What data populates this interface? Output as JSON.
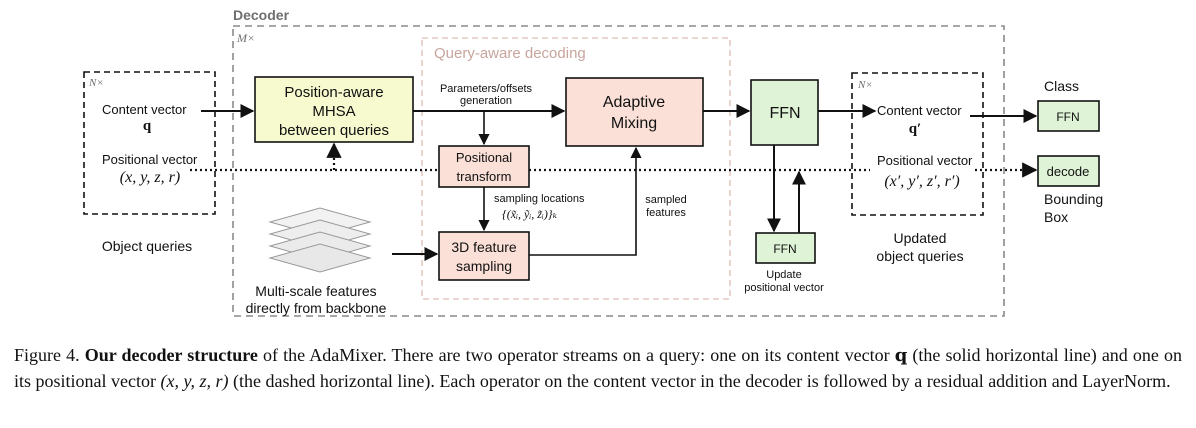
{
  "diagram": {
    "decoder_label": "Decoder",
    "decoder_repeat": "M×",
    "object_queries_repeat": "N×",
    "updated_queries_repeat": "N×",
    "query_aware_label": "Query-aware decoding",
    "content_vector_label": "Content vector",
    "content_vector_symbol": "q",
    "positional_vector_label": "Positional vector",
    "positional_vector_symbol": "(x, y, z, r)",
    "object_queries_label": "Object queries",
    "mhsa_lines": [
      "Position-aware",
      "MHSA",
      "between queries"
    ],
    "params_lines": [
      "Parameters/offsets",
      "generation"
    ],
    "adaptive_lines": [
      "Adaptive",
      "Mixing"
    ],
    "positional_transform_lines": [
      "Positional",
      "transform"
    ],
    "sampling_locations_label": "sampling locations",
    "sampling_locations_symbol": "{(x̃ᵢ, ỹᵢ, z̃ᵢ)}ₖ",
    "sampled_features_lines": [
      "sampled",
      "features"
    ],
    "feature_sampling_lines": [
      "3D feature",
      "sampling"
    ],
    "multiscale_lines": [
      "Multi-scale features",
      "directly from backbone"
    ],
    "ffn_main": "FFN",
    "ffn_small": "FFN",
    "update_pos_lines": [
      "Update",
      "positional vector"
    ],
    "updated_content_label": "Content vector",
    "updated_content_symbol": "q′",
    "updated_pos_label": "Positional vector",
    "updated_pos_symbol": "(x′, y′, z′, r′)",
    "updated_queries_lines": [
      "Updated",
      "object queries"
    ],
    "class_label": "Class",
    "class_ffn": "FFN",
    "decode_label": "decode",
    "bbox_lines": [
      "Bounding",
      "Box"
    ]
  },
  "caption": {
    "figure_number": "Figure 4.",
    "bold_title": "Our decoder structure",
    "text_1": " of the AdaMixer.  There are two operator streams on a query:  one on its content vector ",
    "q_symbol": "q",
    "text_2": " (the solid horizontal line) and one on its positional vector ",
    "pos_symbol": "(x, y, z, r)",
    "text_3": " (the dashed horizontal line). Each operator on the content vector in the decoder is followed by a residual addition and LayerNorm."
  },
  "colors": {
    "mhsa_fill": "#f7f9cf",
    "salmon_fill": "#fbe0d8",
    "green_fill": "#dff3d6",
    "pink_dash": "#e6c8c2",
    "grey_dash": "#8a8a8a"
  }
}
